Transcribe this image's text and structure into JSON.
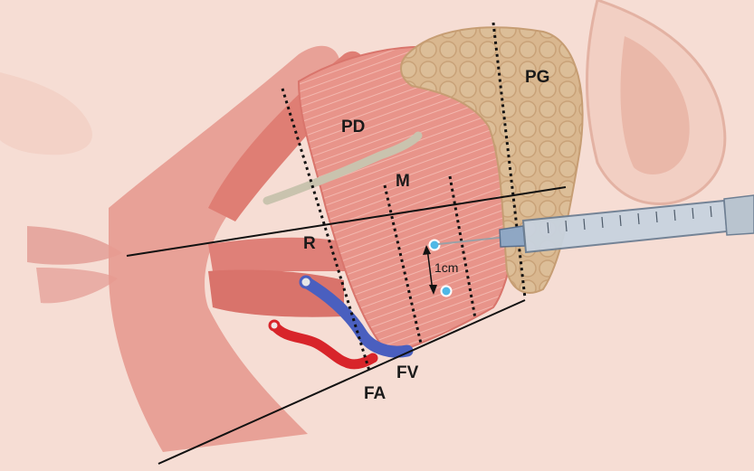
{
  "labels": {
    "pd": "PD",
    "pg": "PG",
    "m": "M",
    "r": "R",
    "fa": "FA",
    "fv": "FV",
    "distance": "1cm"
  },
  "colors": {
    "skin": "#f7dcd3",
    "skin_shadow": "#efc7bb",
    "muscle": "#e58a80",
    "muscle_dark": "#cf6a63",
    "parotid_gland": "#d7b38b",
    "duct": "#c8c2ae",
    "artery": "#d8242a",
    "vein": "#4a5fbf",
    "injection_point": "#4fb8e6",
    "guide_line": "#111111"
  },
  "icons": {
    "syringe": "syringe-icon"
  }
}
